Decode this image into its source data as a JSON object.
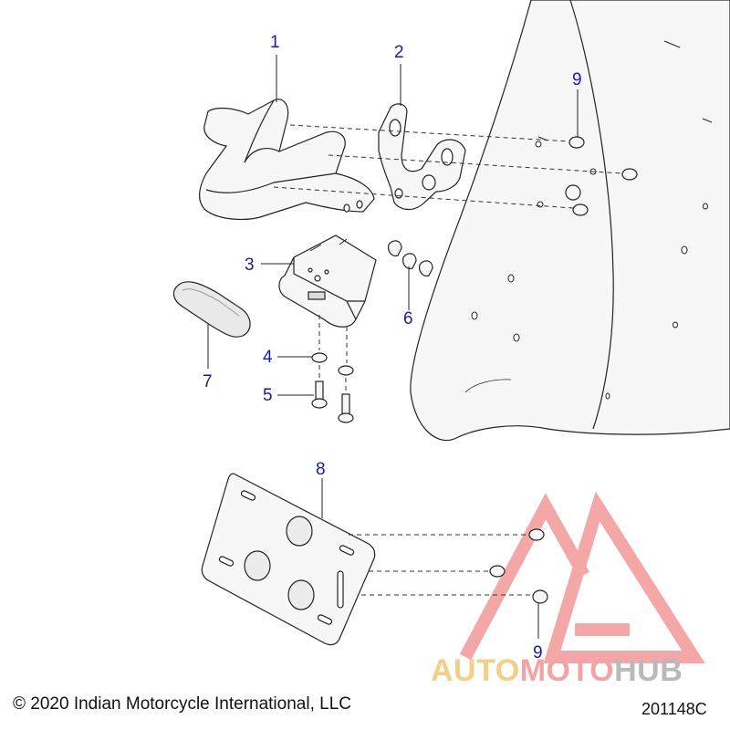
{
  "callouts": {
    "c1": "1",
    "c2": "2",
    "c3": "3",
    "c4": "4",
    "c5": "5",
    "c6": "6",
    "c7": "7",
    "c8": "8",
    "c9_top": "9",
    "c9_bottom": "9"
  },
  "footer": {
    "copyright": "© 2020 Indian Motorcycle International, LLC",
    "part_number": "201148C"
  },
  "watermark": {
    "part_a": "AUTO",
    "part_b": "MOTO",
    "part_c": "HUB",
    "colors": {
      "auto": "#f3cf8a",
      "moto": "#f2a3a3",
      "hub": "#b9b9b9",
      "triangle": "#f08a8a"
    }
  },
  "colors": {
    "callout": "#1a1aa8",
    "line": "#222222",
    "fill": "#f7f7f7"
  }
}
